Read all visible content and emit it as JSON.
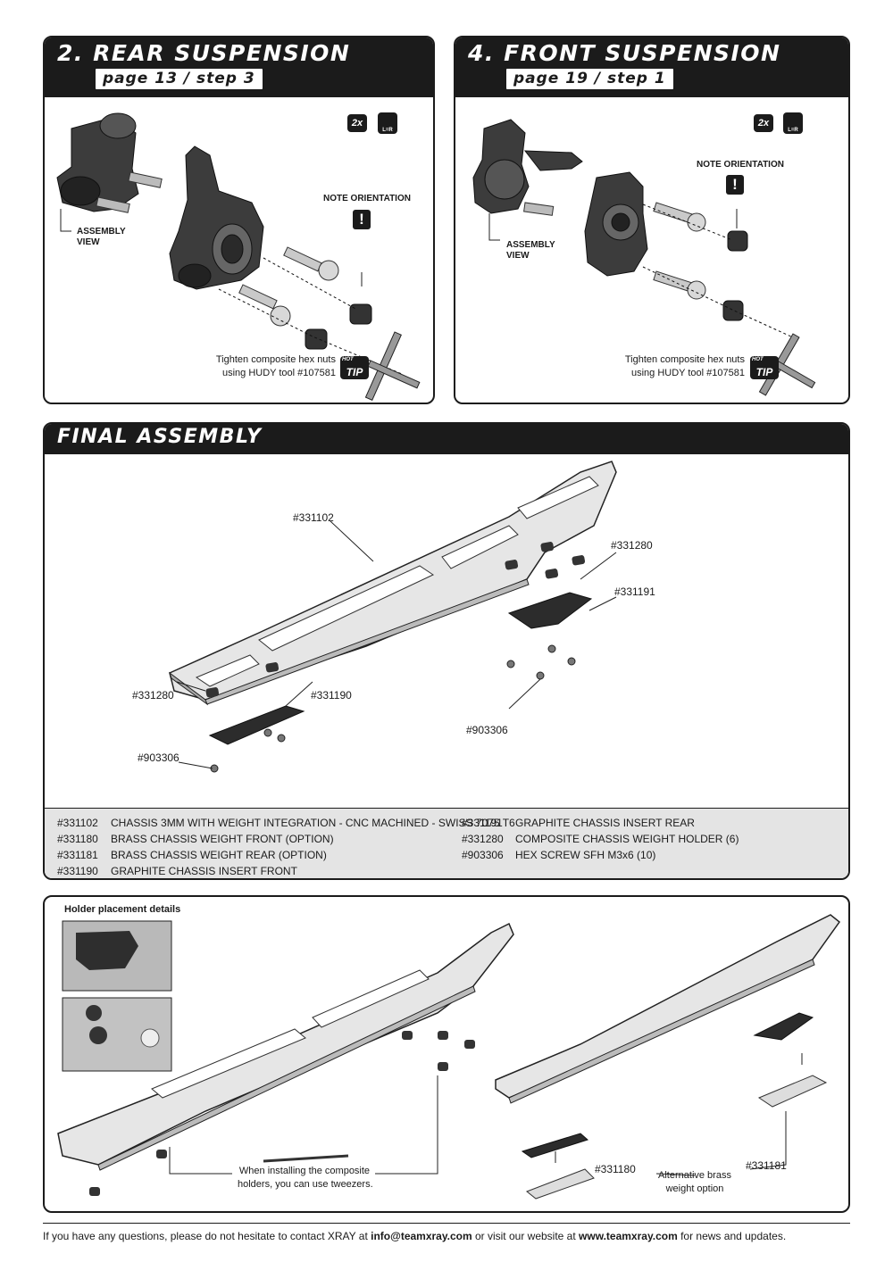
{
  "rear_suspension": {
    "title": "2. REAR SUSPENSION",
    "subtitle": "page 13 / step 3",
    "qty_badge": "2x",
    "lr_badge": "L=R",
    "assembly_view": "ASSEMBLY\nVIEW",
    "note_orientation": "NOTE ORIENTATION",
    "note_mark": "!",
    "tip_text": "Tighten composite hex nuts\nusing HUDY tool #107581",
    "tip_badge_top": "HOT",
    "tip_badge": "TIP"
  },
  "front_suspension": {
    "title": "4. FRONT SUSPENSION",
    "subtitle": "page 19 / step 1",
    "qty_badge": "2x",
    "lr_badge": "L=R",
    "assembly_view": "ASSEMBLY\nVIEW",
    "note_orientation": "NOTE ORIENTATION",
    "note_mark": "!",
    "tip_text": "Tighten composite hex nuts\nusing HUDY tool #107581",
    "tip_badge_top": "HOT",
    "tip_badge": "TIP"
  },
  "final_assembly": {
    "title": "FINAL ASSEMBLY",
    "callouts": [
      "#331102",
      "#331280",
      "#331191",
      "#331280",
      "#331190",
      "#903306",
      "#903306"
    ],
    "parts_left": [
      {
        "num": "#331102",
        "desc": "CHASSIS 3MM WITH WEIGHT INTEGRATION - CNC MACHINED - SWISS 7075 T6"
      },
      {
        "num": "#331180",
        "desc": "BRASS CHASSIS WEIGHT FRONT (OPTION)"
      },
      {
        "num": "#331181",
        "desc": "BRASS CHASSIS WEIGHT REAR (OPTION)"
      },
      {
        "num": "#331190",
        "desc": "GRAPHITE CHASSIS INSERT FRONT"
      }
    ],
    "parts_right": [
      {
        "num": "#331191",
        "desc": "GRAPHITE CHASSIS INSERT REAR"
      },
      {
        "num": "#331280",
        "desc": "COMPOSITE CHASSIS WEIGHT HOLDER (6)"
      },
      {
        "num": "#903306",
        "desc": "HEX SCREW SFH M3x6  (10)"
      }
    ]
  },
  "details": {
    "holder_caption": "Holder placement details",
    "tweezers_note": "When installing the composite\nholders, you can use tweezers.",
    "brass_left": "#331180",
    "brass_note": "Alternative brass\nweight option",
    "brass_right": "#331181"
  },
  "footer": {
    "pre": "If you have any questions, please do not hesitate to contact XRAY at ",
    "email": "info@teamxray.com",
    "mid": " or visit our website at ",
    "web": "www.teamxray.com",
    "post": " for news and updates."
  }
}
